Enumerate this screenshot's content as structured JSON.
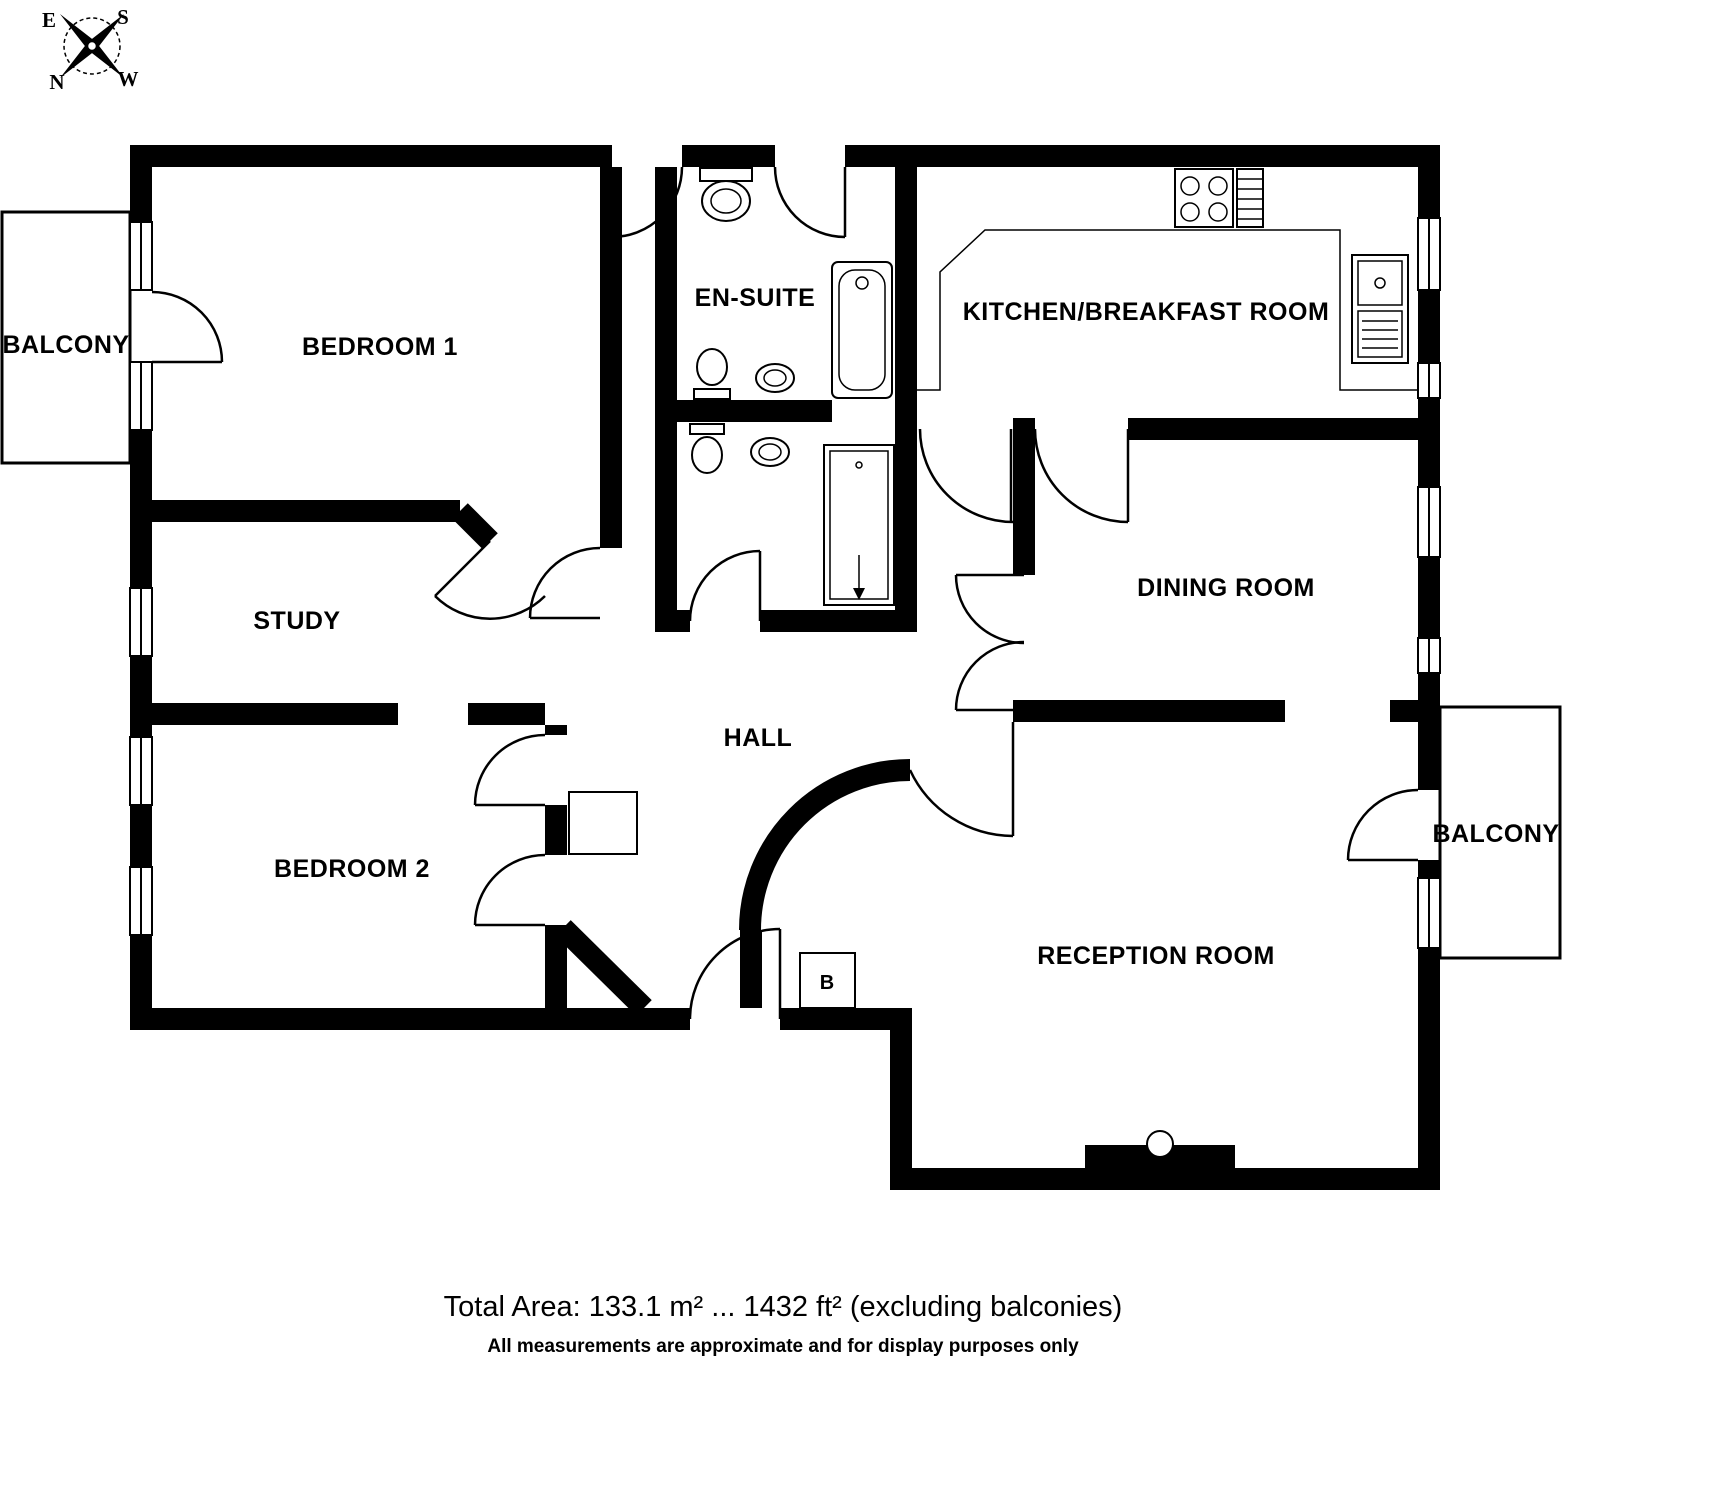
{
  "compass": {
    "e": "E",
    "s": "S",
    "n": "N",
    "w": "W"
  },
  "rooms": {
    "balcony_left": "BALCONY",
    "bedroom1": "BEDROOM 1",
    "en_suite": "EN-SUITE",
    "kitchen": "KITCHEN/BREAKFAST ROOM",
    "study": "STUDY",
    "dining": "DINING ROOM",
    "hall": "HALL",
    "bedroom2": "BEDROOM 2",
    "reception": "RECEPTION ROOM",
    "balcony_right": "BALCONY"
  },
  "labels": {
    "boiler": "B"
  },
  "footer": {
    "total_area": "Total Area: 133.1 m² ... 1432 ft² (excluding balconies)",
    "disclaimer": "All measurements are approximate and for display purposes only"
  },
  "colors": {
    "wall": "#000000",
    "background": "#ffffff"
  }
}
